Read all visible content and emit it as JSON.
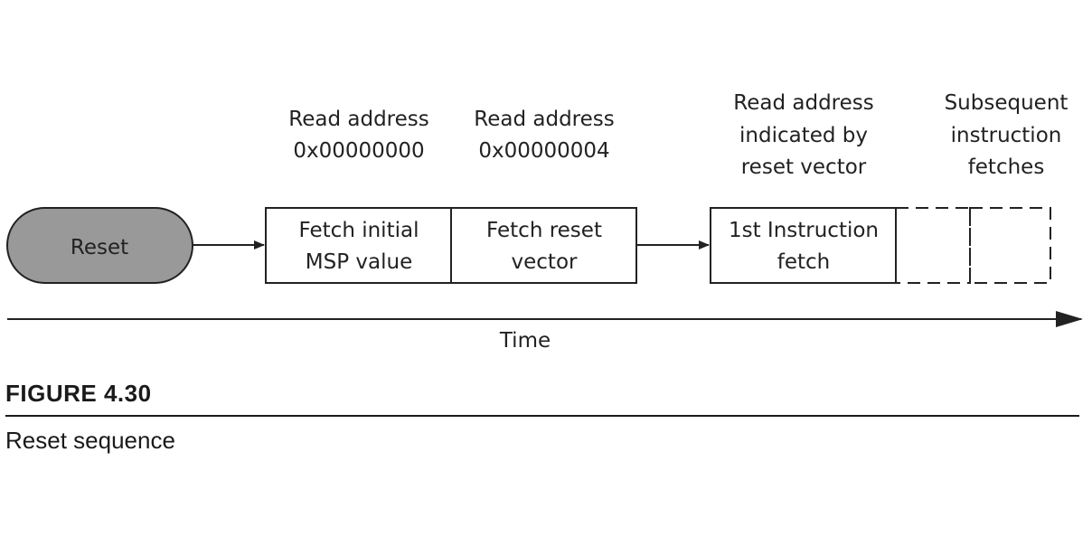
{
  "diagram": {
    "start_label": "Reset",
    "boxes": {
      "msp": [
        "Fetch initial",
        "MSP value"
      ],
      "vector": [
        "Fetch reset",
        "vector"
      ],
      "first_fetch": [
        "1st Instruction",
        "fetch"
      ]
    },
    "annotations": {
      "msp": [
        "Read address",
        "0x00000000"
      ],
      "vector": [
        "Read address",
        "0x00000004"
      ],
      "first_fetch": [
        "Read address",
        "indicated by",
        "reset vector"
      ],
      "subsequent": [
        "Subsequent",
        "instruction",
        "fetches"
      ]
    },
    "time_label": "Time"
  },
  "caption": {
    "figure_label": "FIGURE 4.30",
    "text": "Reset sequence"
  },
  "colors": {
    "reset_fill": "#999999",
    "stroke": "#222222"
  }
}
